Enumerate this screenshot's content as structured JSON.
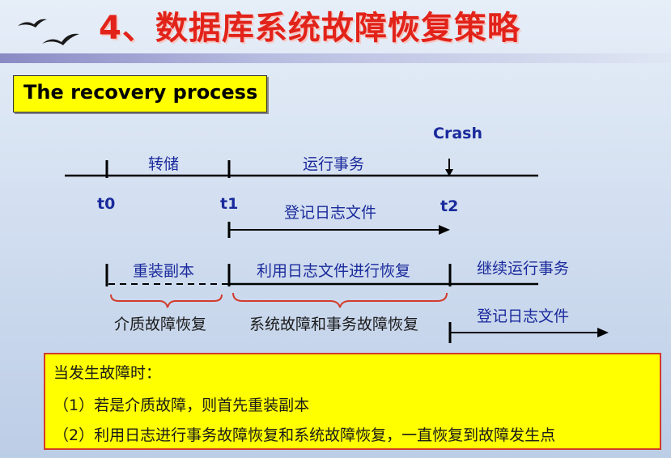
{
  "title": "4、数据库系统故障恢复策略",
  "section_label": "The recovery process",
  "timeline": {
    "crash": "Crash",
    "t0": "t0",
    "t1": "t1",
    "t2": "t2",
    "dump": "转储",
    "run_tx": "运行事务",
    "log_file_1": "登记日志文件",
    "reload_copy": "重装副本",
    "recover_with_log": "利用日志文件进行恢复",
    "continue_tx": "继续运行事务",
    "log_file_2": "登记日志文件",
    "media_recovery": "介质故障恢复",
    "system_tx_recovery": "系统故障和事务故障恢复"
  },
  "note": {
    "heading": "当发生故障时：",
    "item1": "（1）若是介质故障，则首先重装副本",
    "item2": "（2）利用日志进行事务故障恢复和系统故障恢复，一直恢复到故障发生点"
  },
  "colors": {
    "title": "#e2231a",
    "label_blue": "#1a2a9c",
    "highlight": "#ffff00",
    "brace": "#d23b2b"
  }
}
